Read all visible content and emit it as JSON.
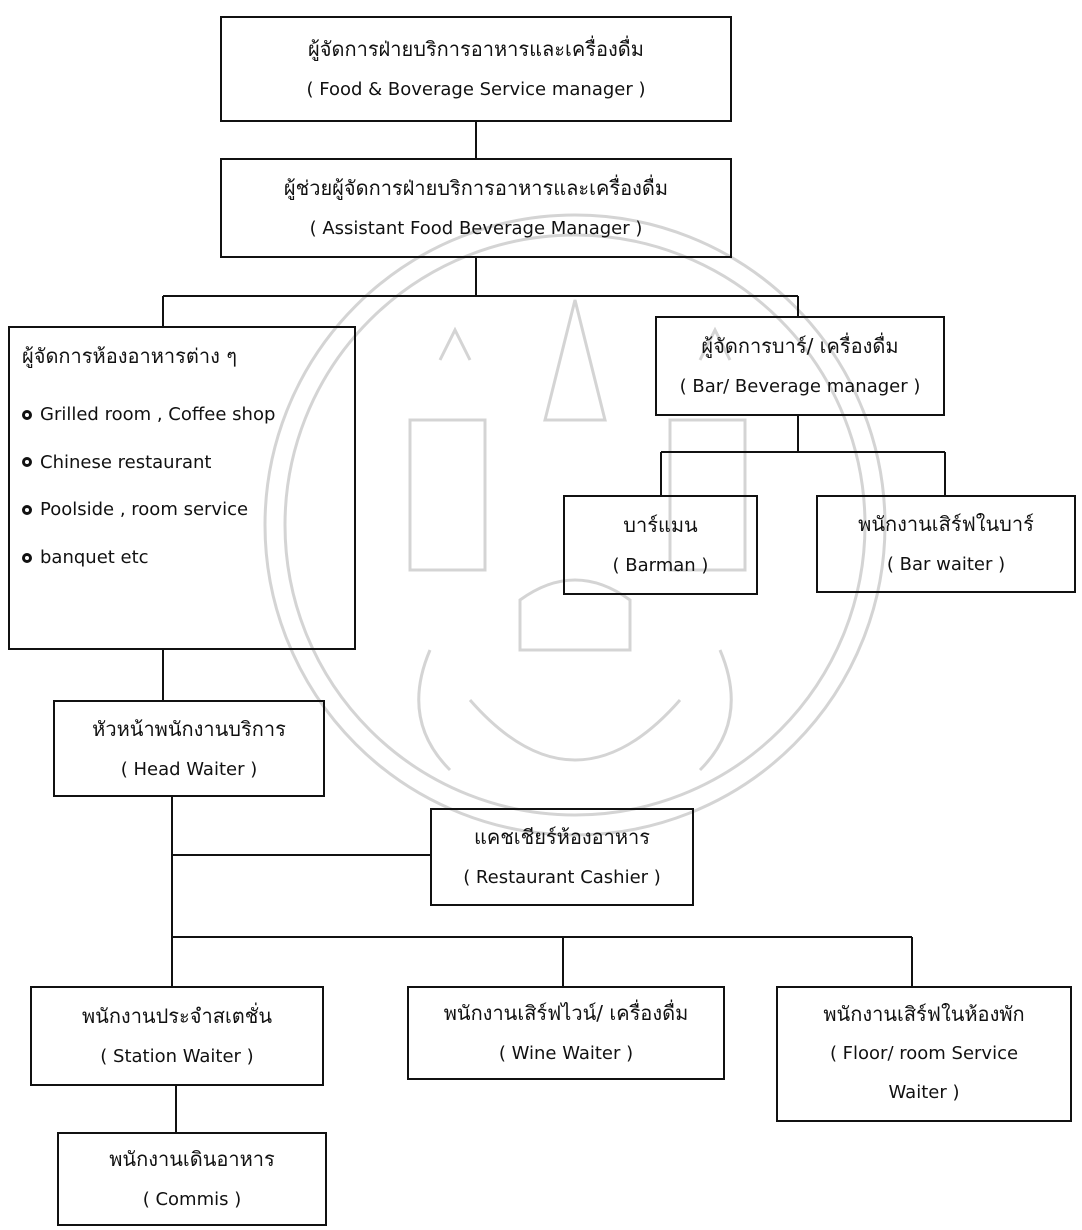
{
  "colors": {
    "line": "#111111",
    "watermark": "#cfcfcf"
  },
  "org": {
    "fb_manager": {
      "th": "ผู้จัดการฝ่ายบริการอาหารและเครื่องดื่ม",
      "en": "( Food & Boverage Service manager )"
    },
    "assistant": {
      "th": "ผู้ช่วยผู้จัดการฝ่ายบริการอาหารและเครื่องดื่ม",
      "en": "( Assistant  Food Beverage Manager )"
    },
    "restaurant_manager": {
      "th": "ผู้จัดการห้องอาหารต่าง ๆ",
      "items": [
        "Grilled room , Coffee shop",
        "Chinese restaurant",
        "Poolside , room service",
        "banquet etc"
      ]
    },
    "bar_manager": {
      "th": "ผู้จัดการบาร์/ เครื่องดื่ม",
      "en": "( Bar/ Beverage manager )"
    },
    "barman": {
      "th": "บาร์แมน",
      "en": "( Barman )"
    },
    "bar_waiter": {
      "th": "พนักงานเสิร์ฟในบาร์",
      "en": "( Bar waiter )"
    },
    "head_waiter": {
      "th": "หัวหน้าพนักงานบริการ",
      "en": "( Head Waiter )"
    },
    "cashier": {
      "th": "แคชเชียร์ห้องอาหาร",
      "en": "( Restaurant Cashier )"
    },
    "station_waiter": {
      "th": "พนักงานประจำสเตชั่น",
      "en": "( Station Waiter )"
    },
    "wine_waiter": {
      "th": "พนักงานเสิร์ฟไวน์/ เครื่องดื่ม",
      "en": "( Wine Waiter )"
    },
    "floor_waiter": {
      "th": "พนักงานเสิร์ฟในห้องพัก",
      "en_line1": "( Floor/ room Service",
      "en_line2": "Waiter )"
    },
    "commis": {
      "th": "พนักงานเดินอาหาร",
      "en": "( Commis )"
    }
  }
}
